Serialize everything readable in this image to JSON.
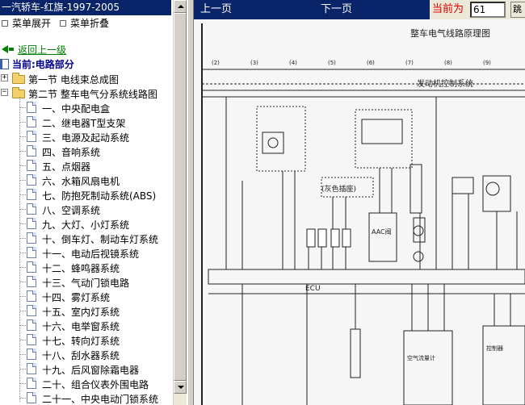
{
  "window": {
    "left_title": "一汽轿车-红旗-1997-2005"
  },
  "toolbar": {
    "expand_label": "菜单展开",
    "collapse_label": "菜单折叠"
  },
  "nav": {
    "back_label": "返回上一级",
    "current_label": "当前:电路部分"
  },
  "tree": {
    "sections": [
      {
        "label": "第一节  电线束总成图",
        "expanded": false
      },
      {
        "label": "第二节  整车电气分系统线路图",
        "expanded": true
      }
    ],
    "items": [
      "一、中央配电盒",
      "二、继电器T型支架",
      "三、电源及起动系统",
      "四、音响系统",
      "五、点烟器",
      "六、水箱风扇电机",
      "七、防抱死制动系统(ABS)",
      "八、空调系统",
      "九、大灯、小灯系统",
      "十、倒车灯、制动车灯系统",
      "十一、电动后视镜系统",
      "十二、蜂鸣器系统",
      "十三、气动门锁电路",
      "十四、雾灯系统",
      "十五、室内灯系统",
      "十六、电举窗系统",
      "十七、转向灯系统",
      "十八、刮水器系统",
      "十九、后风窗除霜电器",
      "二十、组合仪表外围电路",
      "二十一、中央电动门锁系统"
    ]
  },
  "topbar": {
    "prev_label": "上一页",
    "next_label": "下一页",
    "page_label": "当前为",
    "page_value": "61",
    "go_label": "跳"
  },
  "diagram": {
    "title": "整车电气线路原理图",
    "header_label": "发动机控制系统",
    "panel_label": "(灰色插座)",
    "ecu_label": "ECU",
    "aac_label": "AAC阀",
    "sensor_label": "空气流量计",
    "bottom_label": "控制器",
    "numbers": [
      "(2)",
      "(3)",
      "(4)",
      "(5)",
      "(6)",
      "(7)",
      "(8)",
      "(9)"
    ],
    "colors": {
      "ink": "#222222",
      "paper": "#f6f6f6"
    }
  }
}
